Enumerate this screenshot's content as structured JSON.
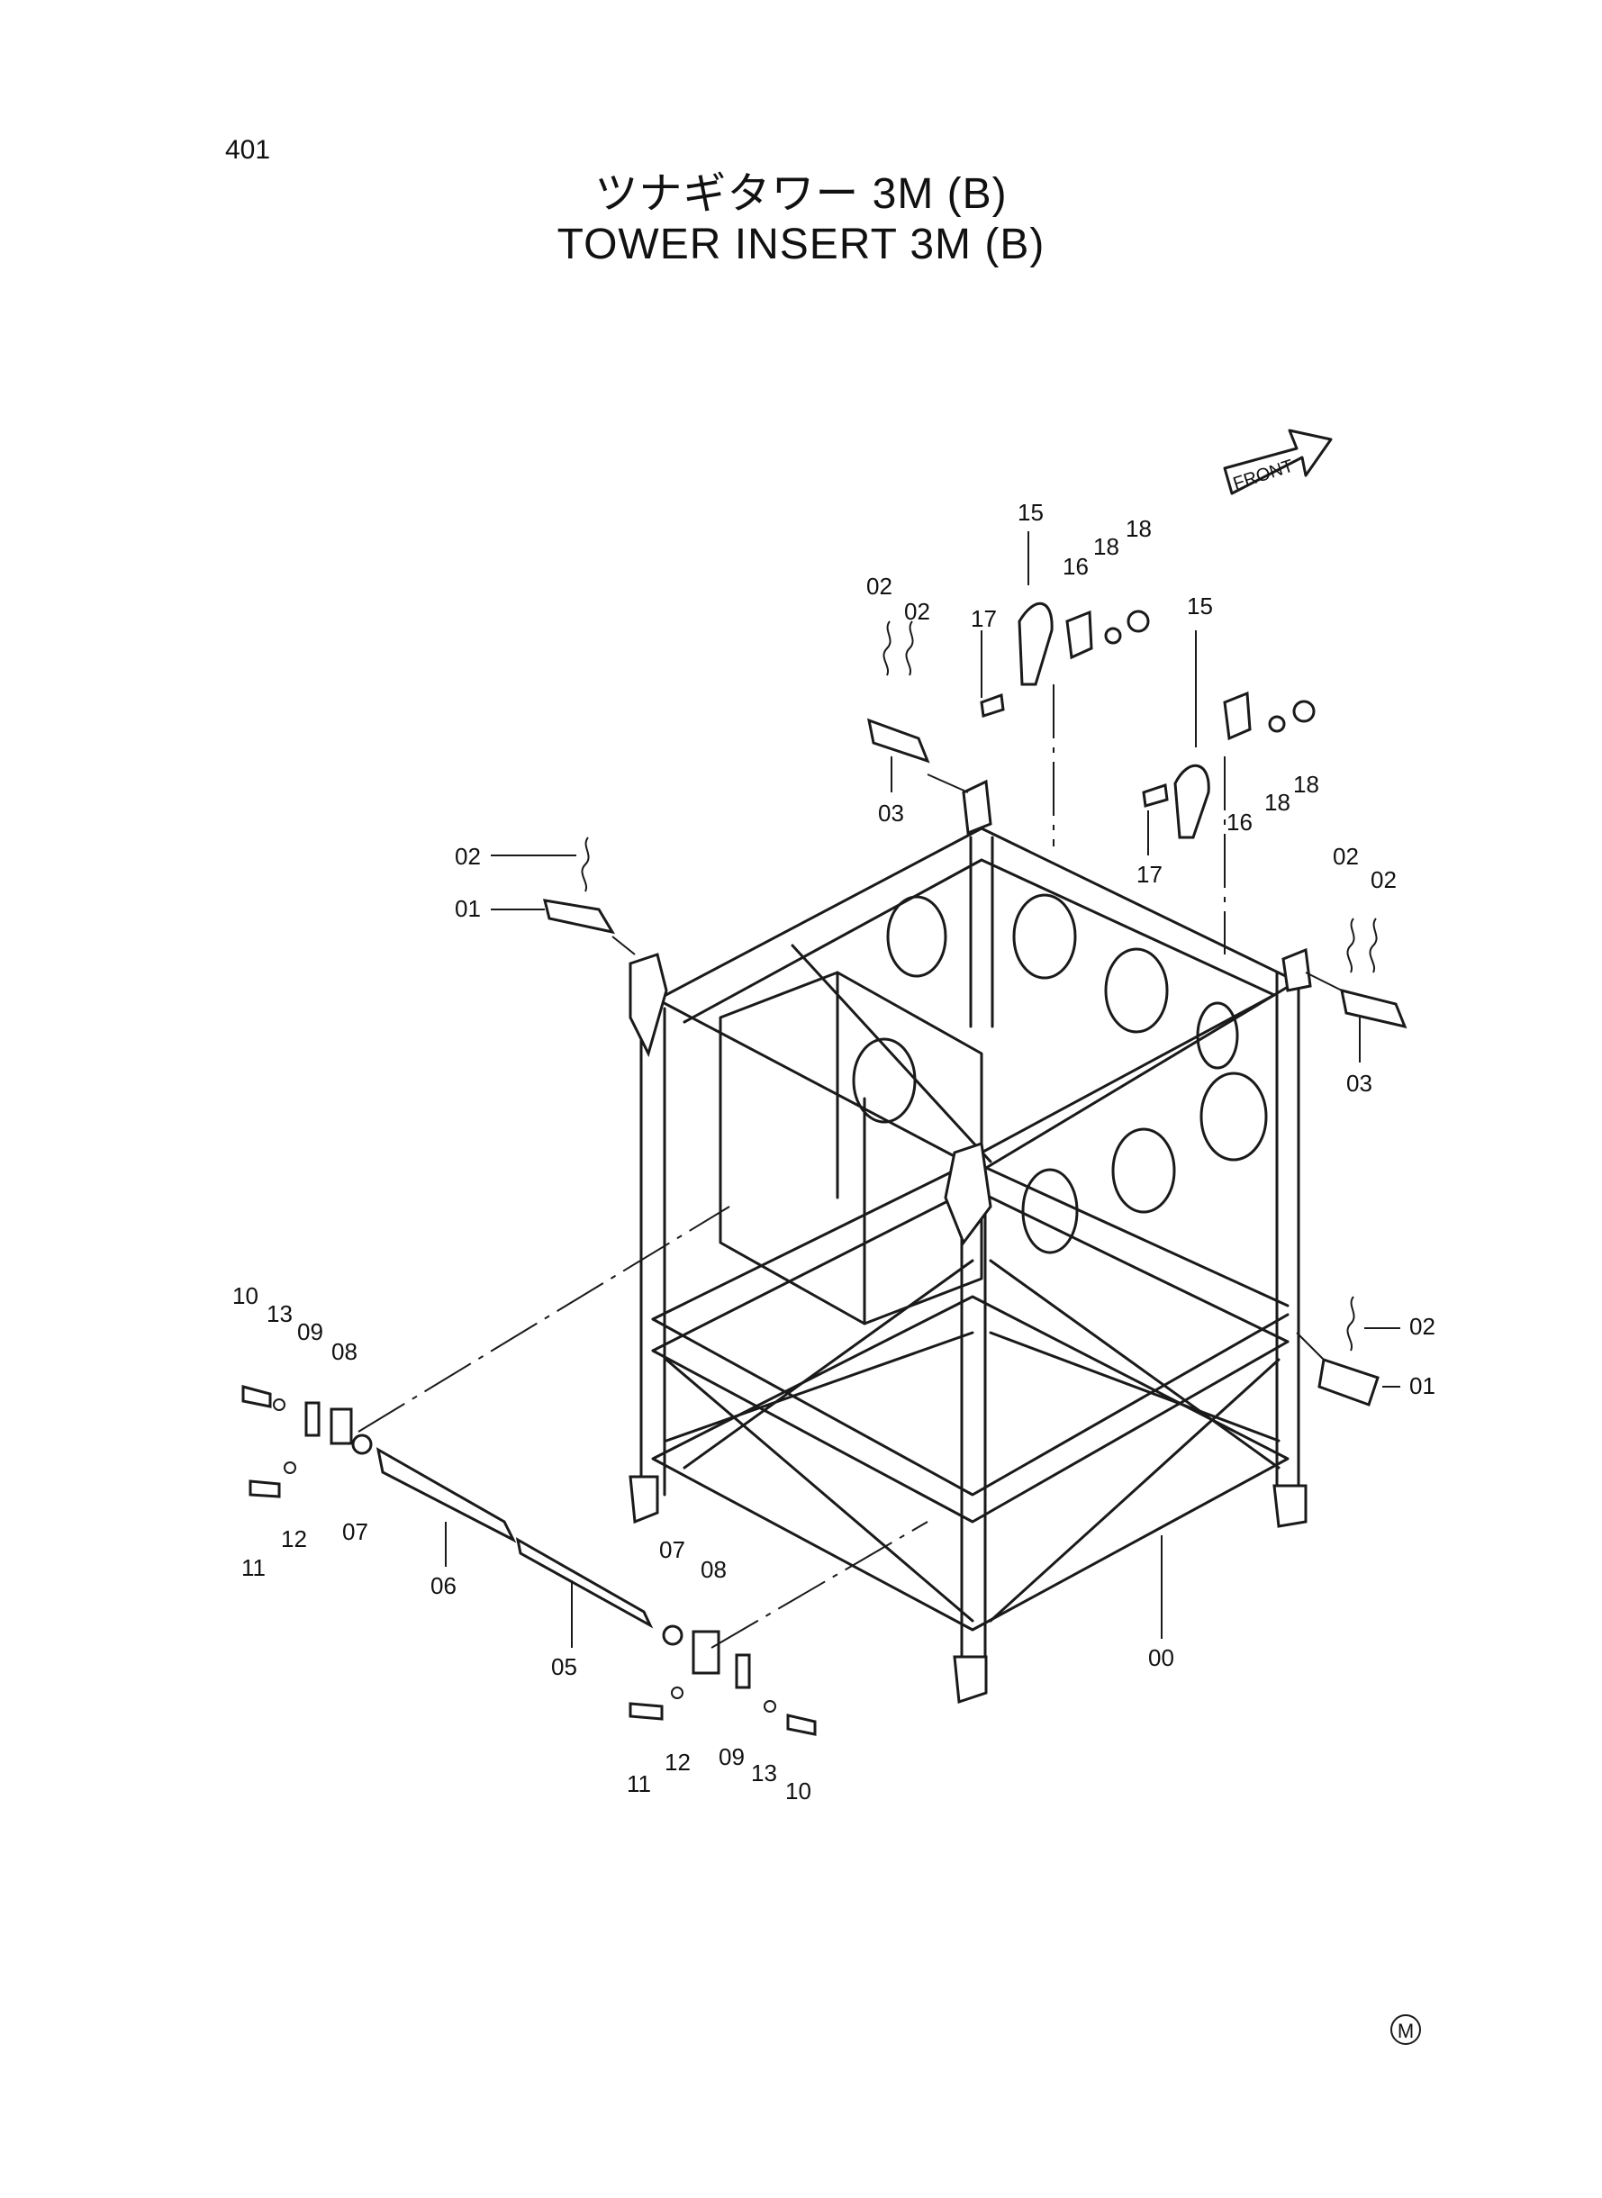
{
  "page_number": "401",
  "title_jp": "ツナギタワー 3M (B)",
  "title_en": "TOWER INSERT 3M (B)",
  "front_label": "FRONT",
  "mark": "M",
  "callouts": [
    "00",
    "01",
    "01",
    "02",
    "02",
    "02",
    "02",
    "02",
    "02",
    "02",
    "03",
    "03",
    "05",
    "06",
    "07",
    "07",
    "08",
    "08",
    "09",
    "09",
    "10",
    "10",
    "11",
    "11",
    "12",
    "12",
    "13",
    "13",
    "15",
    "15",
    "16",
    "16",
    "17",
    "17",
    "18",
    "18",
    "18",
    "18"
  ]
}
